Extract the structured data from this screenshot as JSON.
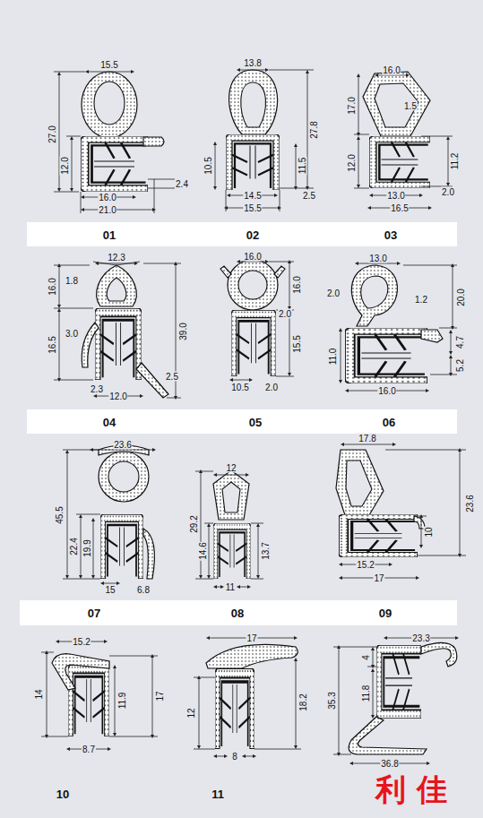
{
  "diagram": {
    "nodes": [
      {
        "text": [
          "01",
          "02",
          "03"
        ]
      },
      {
        "text": [
          "04",
          "05",
          "06"
        ]
      },
      {
        "text": [
          "07",
          "08",
          "09"
        ]
      }
    ],
    "labels": [
      "15.5",
      "27.0",
      "12.0",
      "2.4",
      "16.0",
      "21.0",
      "13.8",
      "27.8",
      "10.5",
      "11.5",
      "14.5",
      "2.5",
      "15.5",
      "16.0",
      "17.0",
      "1.5",
      "12.0",
      "11.2",
      "13.0",
      "2.0",
      "16.5",
      "12.3",
      "1.8",
      "16.0",
      "16.5",
      "3.0",
      "39.0",
      "2.5",
      "2.3",
      "12.0",
      "16.0",
      "2.0",
      "16.0",
      "15.5",
      "10.5",
      "2.0",
      "13.0",
      "2.0",
      "1.2",
      "20.0",
      "11.0",
      "4.7",
      "5.2",
      "16.0",
      "23.6",
      "45.5",
      "22.4",
      "19.9",
      "15",
      "6.8",
      "12",
      "29.2",
      "14.6",
      "13.7",
      "11",
      "17.8",
      "23.6",
      "10",
      "15.2",
      "17",
      "15.2",
      "14",
      "11.9",
      "17",
      "8.7",
      "17",
      "12",
      "18.2",
      "8",
      "23.3",
      "4",
      "11.8",
      "35.3",
      "36.8",
      "10",
      "11",
      "利佳"
    ]
  }
}
